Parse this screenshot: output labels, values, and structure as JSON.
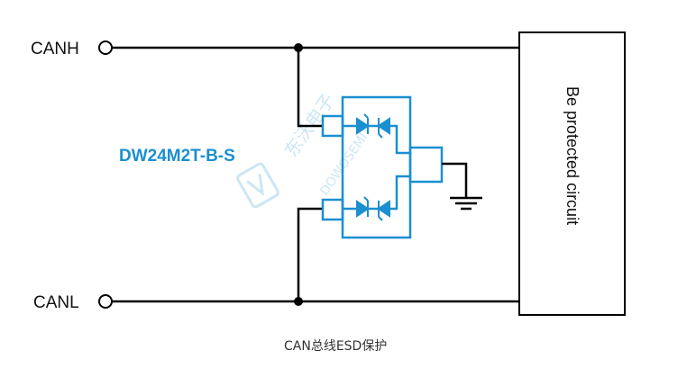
{
  "pins": {
    "canh": "CANH",
    "canl": "CANL"
  },
  "part_number": "DW24M2T-B-S",
  "protected_box_label": "Be protected circuit",
  "caption": "CAN总线ESD保护",
  "watermark": {
    "cn": "东沃电子",
    "en": "DOWOSEMI"
  },
  "colors": {
    "accent": "#1b8fd0",
    "wire": "#000000"
  }
}
